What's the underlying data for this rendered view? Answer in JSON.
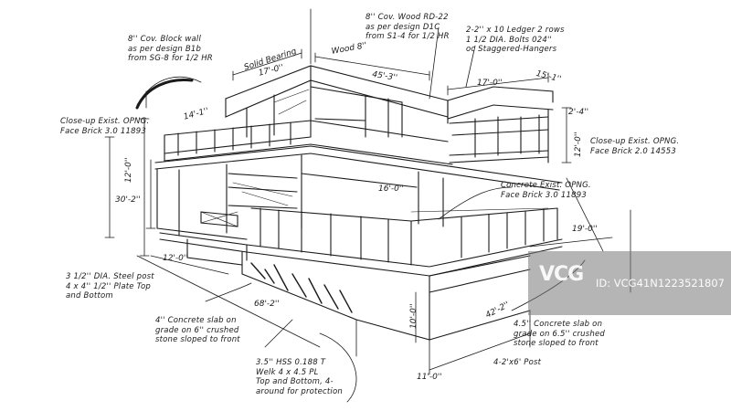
{
  "annotations": {
    "block_wall": "8'' Cov. Block wall\nas per design B1b\nfrom SG-8 for 1/2 HR",
    "wood_rd": "8'' Cov. Wood RD-22\nas per design D1C\nfrom S1-4 for 1/2 HR",
    "ledger": "2-2'' x 10 Ledger 2 rows\n1 1/2 DIA. Bolts 024''\noc Staggered-Hangers",
    "closeup_left": "Close-up Exist. OPNG.\nFace Brick 3.0 11893",
    "closeup_right": "Close-up Exist. OPNG.\nFace Brick 2.0 14553",
    "concrete_exist": "Concrete Exist. OPNG.\nFace Brick 3.0 11893",
    "steel_post": "3 1/2'' DIA. Steel post\n4 x 4'' 1/2'' Plate Top\nand Bottom",
    "slab_left": "4'' Concrete slab on\ngrade on 6'' crushed\nstone sloped to front",
    "slab_right": "4.5'' Concrete slab on\ngrade on 6.5'' crushed\nstone sloped to front",
    "hss": "3.5'' HSS 0.188 T\nWelk 4 x 4.5 PL\nTop and Bottom, 4-\naround for protection",
    "post": "4-2'x6' Post",
    "solid_bearing": "Solid Bearing",
    "wood": "Wood 8''"
  },
  "dimensions": {
    "d17_left": "17'-0''",
    "d45": "45'-3''",
    "d17_right": "17'-0''",
    "d15": "15'-1''",
    "d14": "14'-1''",
    "d2": "2'-4''",
    "d12_right": "12'-0''",
    "d12_left": "12'-0''",
    "d30": "30'-2''",
    "d16": "16'-0''",
    "d19": "19'-0''",
    "d12_low": "12'-0''",
    "d68": "68'-2''",
    "d10": "10'-0''",
    "d42": "42'-2''",
    "d11": "11'-0''"
  },
  "watermark": {
    "logo": "VCG",
    "id": "ID: VCG41N1223521807"
  }
}
